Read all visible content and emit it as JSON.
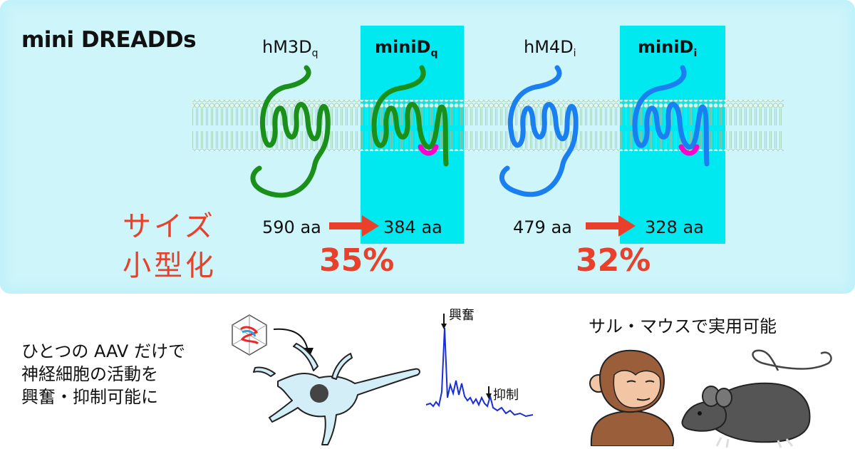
{
  "title": "mini DREADDs",
  "receptors": [
    {
      "name": "hM3D",
      "sub": "q",
      "bold": false,
      "color": "#1a8f1a"
    },
    {
      "name": "miniD",
      "sub": "q",
      "bold": true,
      "color": "#1a8f1a"
    },
    {
      "name": "hM4D",
      "sub": "i",
      "bold": false,
      "color": "#1a7ff0"
    },
    {
      "name": "miniD",
      "sub": "i",
      "bold": true,
      "color": "#1a7ff0"
    }
  ],
  "sizes": {
    "pair1_from": "590 aa",
    "pair1_to": "384 aa",
    "pair2_from": "479 aa",
    "pair2_to": "328 aa"
  },
  "reductions": {
    "pair1": "35%",
    "pair2": "32%"
  },
  "size_reduction_label": {
    "line1": "サイズ",
    "line2": "小型化"
  },
  "aav_caption": {
    "line1": "ひとつの AAV だけで",
    "line2": "神経細胞の活動を",
    "line3": "興奮・抑制可能に"
  },
  "trace_labels": {
    "excitation": "興奮",
    "inhibition": "抑制"
  },
  "animals_caption": "サル・マウスで実用可能",
  "colors": {
    "panel_bg": "#cdf5fa",
    "highlight": "#00e8f0",
    "green_receptor": "#1a8f1a",
    "blue_receptor": "#1a7ff0",
    "accent_red": "#e8402a",
    "deletion_marker": "#ff00cc",
    "trace": "#1a2ed8"
  }
}
